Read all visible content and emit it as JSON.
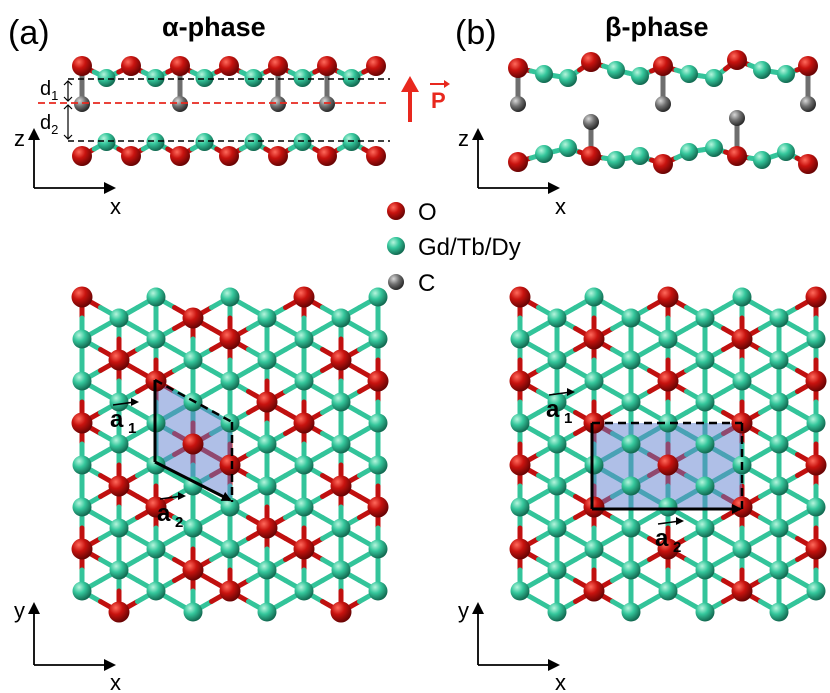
{
  "panel_a": {
    "label": "(a)",
    "phase": "α-phase"
  },
  "panel_b": {
    "label": "(b)",
    "phase": "β-phase"
  },
  "axes": {
    "z": "z",
    "x": "x",
    "y": "y"
  },
  "side_labels": {
    "d": "d",
    "d1_sub": "1",
    "d2_sub": "2",
    "polarization": "P"
  },
  "legend": {
    "items": [
      {
        "label": "O",
        "color": "#c0100f"
      },
      {
        "label": "Gd/Tb/Dy",
        "color": "#33c49a"
      },
      {
        "label": "C",
        "color": "#6e6e6e"
      }
    ]
  },
  "lattice_vectors": {
    "a": "a",
    "a1_sub": "1",
    "a2_sub": "2"
  },
  "colors": {
    "oxygen": "#c0100f",
    "metal": "#33c49a",
    "carbon": "#6e6e6e",
    "cell_fill": "#5f7fd0",
    "ref_line": "#e8281e"
  }
}
